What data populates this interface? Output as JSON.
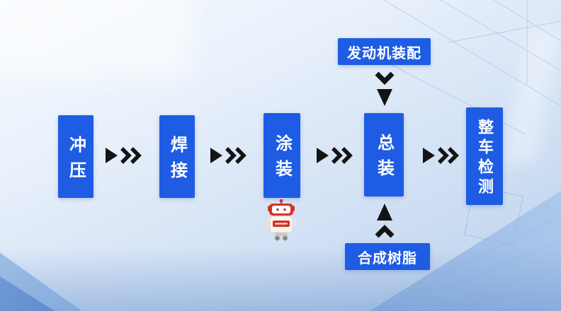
{
  "colors": {
    "box_blue": "#1e5ce4",
    "arrow_black": "#141414",
    "robot_red": "#d43325",
    "background_light": "#f6fafe",
    "background_deep": "#bcd1ec"
  },
  "flow": {
    "main_steps": [
      {
        "id": "stamping",
        "label": "冲压"
      },
      {
        "id": "welding",
        "label": "焊接"
      },
      {
        "id": "painting",
        "label": "涂装"
      },
      {
        "id": "final-assembly",
        "label": "总装"
      },
      {
        "id": "vehicle-inspection",
        "label": "整车检测"
      }
    ],
    "side_inputs": {
      "engine_assembly": {
        "label": "发动机装配",
        "arrow_direction": "down",
        "feeds": "总装"
      },
      "synthetic_resin": {
        "label": "合成树脂",
        "arrow_direction": "up",
        "feeds": "总装"
      }
    }
  },
  "icons": {
    "flow_arrow_right": "solid-triangle-with-double-chevron-right",
    "flow_arrow_down": "solid-triangle-with-chevrons-down",
    "flow_arrow_up": "solid-triangle-with-chevrons-up",
    "robot": "robot-mascot"
  }
}
